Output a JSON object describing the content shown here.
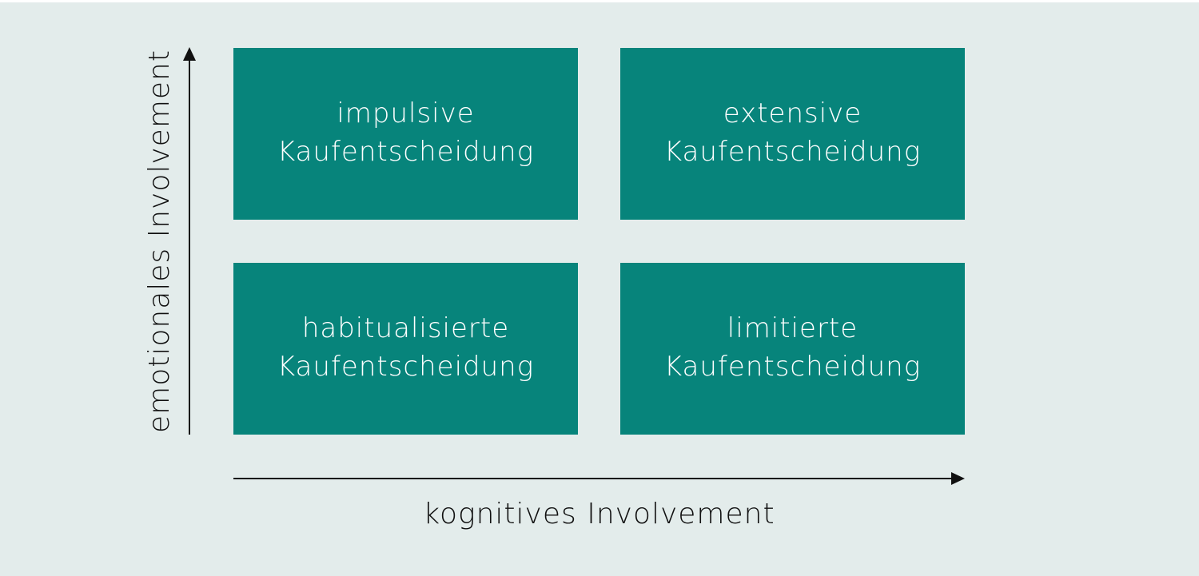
{
  "quadrants": {
    "top_left": {
      "line1": "impulsive",
      "line2": "Kaufentscheidung"
    },
    "top_right": {
      "line1": "extensive",
      "line2": "Kaufentscheidung"
    },
    "bottom_left": {
      "line1": "habitualisierte",
      "line2": "Kaufentscheidung"
    },
    "bottom_right": {
      "line1": "limitierte",
      "line2": "Kaufentscheidung"
    }
  },
  "axes": {
    "x_label": "kognitives Involvement",
    "y_label": "emotionales Involvement"
  },
  "colors": {
    "background": "#e3eceb",
    "box_fill": "#07847b",
    "box_text": "#ffffff",
    "axis": "#111111"
  }
}
